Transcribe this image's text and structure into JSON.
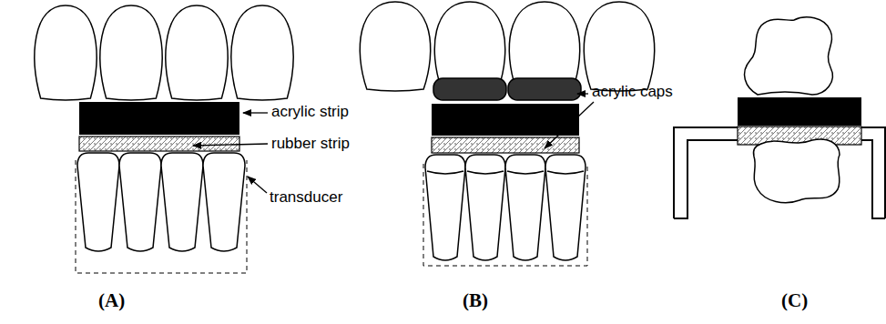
{
  "diagram": {
    "labels": [
      "acrylic strip",
      "rubber strip",
      "transducer",
      "acrylic caps",
      "(A)",
      "(B)",
      "(C)"
    ]
  }
}
